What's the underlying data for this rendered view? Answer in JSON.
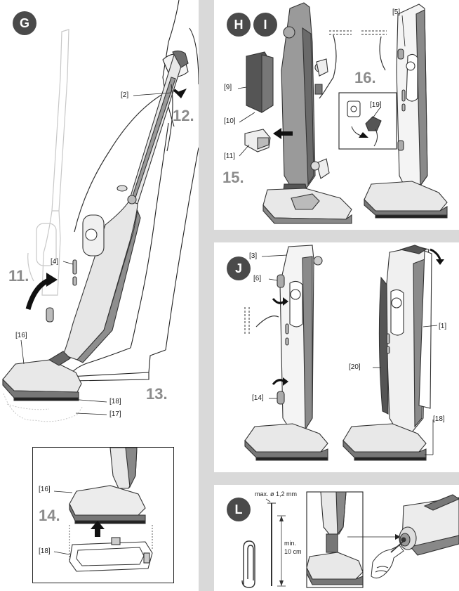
{
  "panels": {
    "g": {
      "badge": "G",
      "steps": {
        "s11": "11.",
        "s12": "12.",
        "s13": "13.",
        "s14": "14."
      },
      "labels": {
        "l2": "[2]",
        "l4": "[4]",
        "l16": "[16]",
        "l18": "[18]",
        "l17": "[17]",
        "l16b": "[16]",
        "l18b": "[18]"
      }
    },
    "hi": {
      "badge_h": "H",
      "badge_i": "I",
      "steps": {
        "s15": "15.",
        "s16": "16."
      },
      "labels": {
        "l9": "[9]",
        "l10": "[10]",
        "l11": "[11]",
        "l5": "[5]",
        "l19": "[19]"
      }
    },
    "j": {
      "badge": "J",
      "labels": {
        "l3": "[3]",
        "l6": "[6]",
        "l14": "[14]",
        "l1": "[1]",
        "l20": "[20]",
        "l18": "[18]"
      }
    },
    "l": {
      "badge": "L",
      "max_text": "max. ø 1,2 mm",
      "min_text": "min.",
      "min_value": "10 cm"
    }
  }
}
